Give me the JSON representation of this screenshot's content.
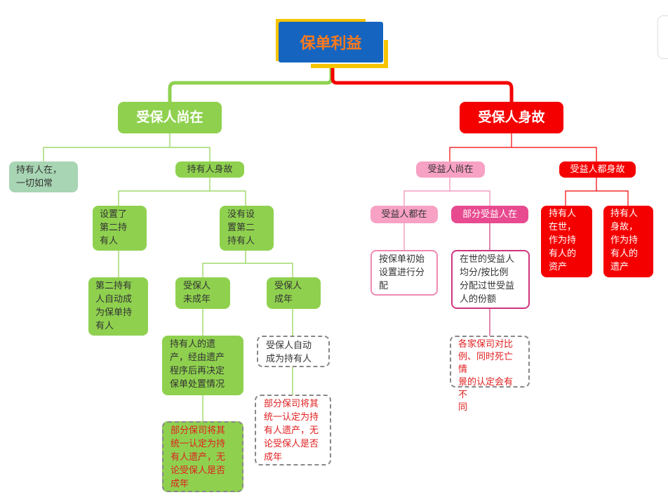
{
  "root": {
    "label": "保单利益"
  },
  "branches": {
    "alive": {
      "label": "受保人尚在",
      "holder_alive": "持有人在，\n一切如常",
      "holder_dead": "持有人身故",
      "second_holder_set": "设置了\n第二持\n有人",
      "second_holder_result": "第二持有\n人自动成\n为保单持\n有人",
      "no_second_holder": "没有设\n置第二\n持有人",
      "insured_minor": "受保人\n未成年",
      "insured_adult": "受保人\n成年",
      "minor_result": "持有人的遗\n产，经由遗产\n程序后再决定\n保单处置情况",
      "adult_result": "受保人自动\n成为持有人",
      "minor_note": "部分保司将其\n统一认定为持\n有人遗产，无\n论受保人是否\n成年",
      "adult_note": "部分保司将其\n统一认定为持\n有人遗产，无\n论受保人是否\n成年"
    },
    "dead": {
      "label": "受保人身故",
      "beneficiary_alive": "受益人尚在",
      "beneficiary_all_dead": "受益人都身故",
      "all_alive": "受益人都在",
      "partial_alive": "部分受益人在",
      "all_alive_result": "按保单初始\n设置进行分\n配",
      "partial_result": "在世的受益人\n均分/按比例\n分配过世受益\n人的份额",
      "partial_note": "各家保司对比\n例、同时死亡情\n景的认定会有不\n同",
      "holder_alive": "持有人\n在世，\n作为持\n有人的\n资产",
      "holder_dead": "持有人\n身故，\n作为持\n有人的\n遗产"
    }
  },
  "colors": {
    "left_branch": "#8fd14f",
    "right_branch": "#f50000",
    "root_bg": "#1565c0",
    "root_text": "#ff7a1a",
    "root_frame": "#f7c400",
    "note_text": "#e02020"
  }
}
